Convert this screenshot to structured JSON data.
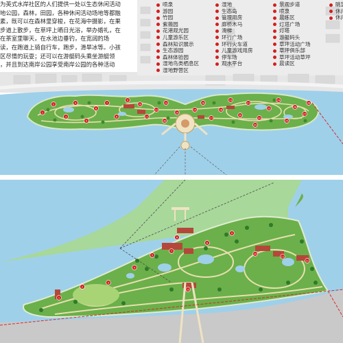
{
  "colors": {
    "water": "#9fd0ea",
    "park_green": "#6bb04a",
    "path_beige": "#e9dfb0",
    "marker_red": "#d41e1e",
    "building_red": "#b5473a",
    "boundary_red": "#d42a2a",
    "land_gray": "#c9c9c9",
    "shore_gray": "#a8d89a"
  },
  "description": {
    "lines": [
      "为英式水岸社区的人们提供一处以生态休闲活动",
      "地公园，森林，田园，各种休闲活动场地等都融",
      "素，既可以在森林里穿梭，在花海中摄影，在果",
      "步道上散步，在草坪上晒日光浴，举办婚礼，在",
      "在茶室里聊天，在水池边垂钓，在宽阔的场",
      "读，在跑道上骑自行车，跑步，滑旱冰等。小孩",
      "区尽情的玩耍；还可以在游艇码头乘坐游艇领",
      "，并且到达南岸公园享受南岸公园的各种活动"
    ]
  },
  "legend": {
    "columns": [
      [
        "喷泉",
        "游园",
        "竹园",
        "紫薇园",
        "花港观光园",
        "儿童游乐区",
        "森林知识展示",
        "生态游园",
        "森林体验园",
        "湿地鸟类栖息区",
        "湿地野营区"
      ],
      [
        "湿地",
        "生态岛",
        "管理用房",
        "廊桥木马",
        "滑梯",
        "环行广场",
        "环行火车道",
        "儿童游戏用房",
        "停车场",
        "观水平台"
      ],
      [
        "景观步道",
        "喷泉",
        "晨练区",
        "灯塔广场",
        "灯塔",
        "游艇码头",
        "草坪活动广场",
        "草坪俱乐部",
        "草坪活动草坪",
        "晨读区"
      ],
      [
        "眺望",
        "休闲",
        "休闲"
      ]
    ]
  },
  "map_labels": {
    "top_markers": [
      "1",
      "2",
      "3",
      "4",
      "5",
      "6",
      "7",
      "8",
      "9",
      "10",
      "11",
      "12",
      "13",
      "14",
      "15",
      "16",
      "17",
      "18",
      "19",
      "20",
      "21",
      "22",
      "23",
      "24",
      "25",
      "26",
      "27",
      "28",
      "29",
      "30"
    ],
    "bottom_markers": [
      "1",
      "2",
      "3",
      "4",
      "5",
      "6",
      "7",
      "8",
      "9",
      "10",
      "11",
      "12",
      "13"
    ]
  }
}
